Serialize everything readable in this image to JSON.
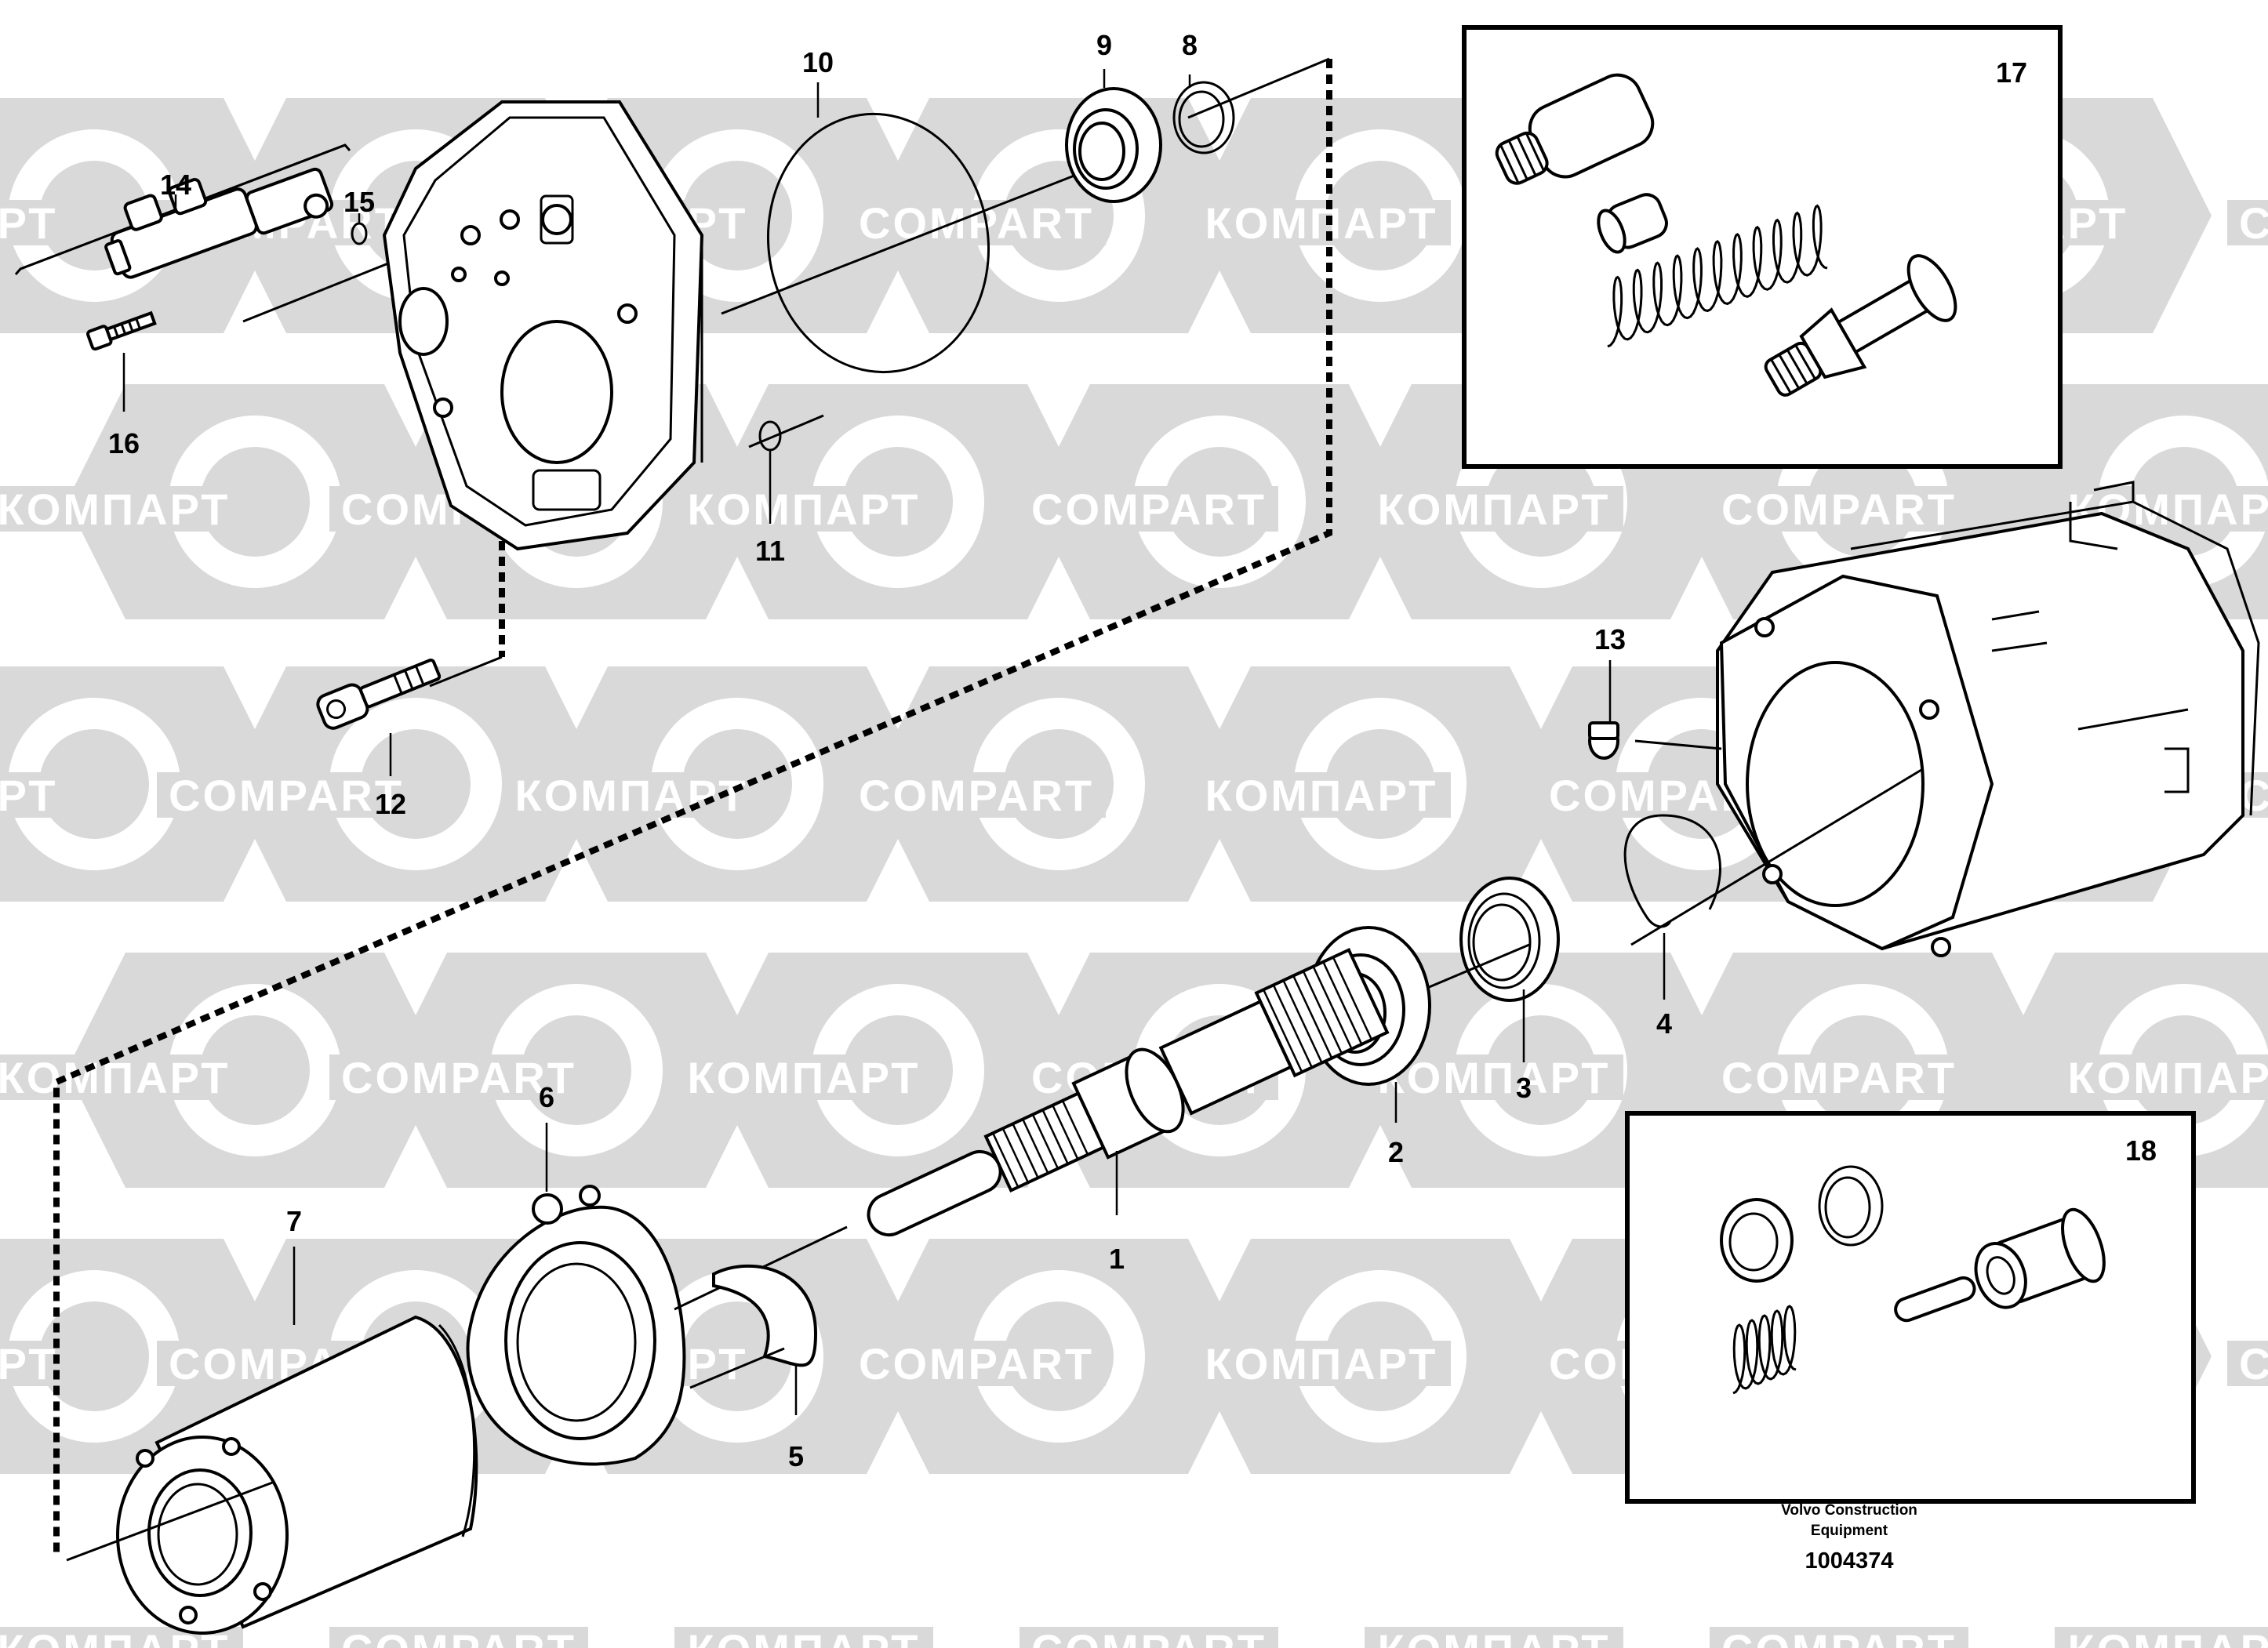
{
  "watermark": {
    "text_cyrillic": "КОМПАРТ",
    "text_latin": "COMPART",
    "color": "#d9d9d9"
  },
  "colors": {
    "line": "#000000",
    "background": "#ffffff",
    "watermark": "#d9d9d9"
  },
  "callouts": {
    "c1": "1",
    "c2": "2",
    "c3": "3",
    "c4": "4",
    "c5": "5",
    "c6": "6",
    "c7": "7",
    "c8": "8",
    "c9": "9",
    "c10": "10",
    "c11": "11",
    "c12": "12",
    "c13": "13",
    "c14": "14",
    "c15": "15",
    "c16": "16",
    "c17": "17",
    "c18": "18"
  },
  "credit": {
    "line1": "Volvo Construction",
    "line2": "Equipment",
    "drawing_number": "1004374"
  }
}
